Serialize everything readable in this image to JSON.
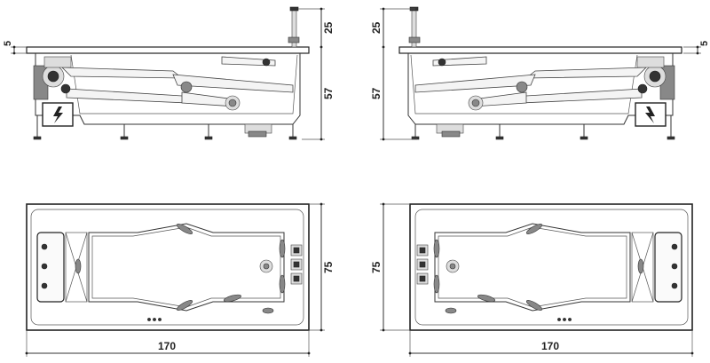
{
  "dimensions": {
    "left_side_top": "25",
    "left_side_rim": "5",
    "left_side_height": "57",
    "right_side_top": "25",
    "right_side_rim": "5",
    "right_side_height": "57",
    "left_plan_width": "75",
    "left_plan_length": "170",
    "right_plan_width": "75",
    "right_plan_length": "170"
  },
  "icons": {
    "electric": "lightning-bolt"
  },
  "colors": {
    "line": "#333333",
    "background": "#ffffff"
  }
}
